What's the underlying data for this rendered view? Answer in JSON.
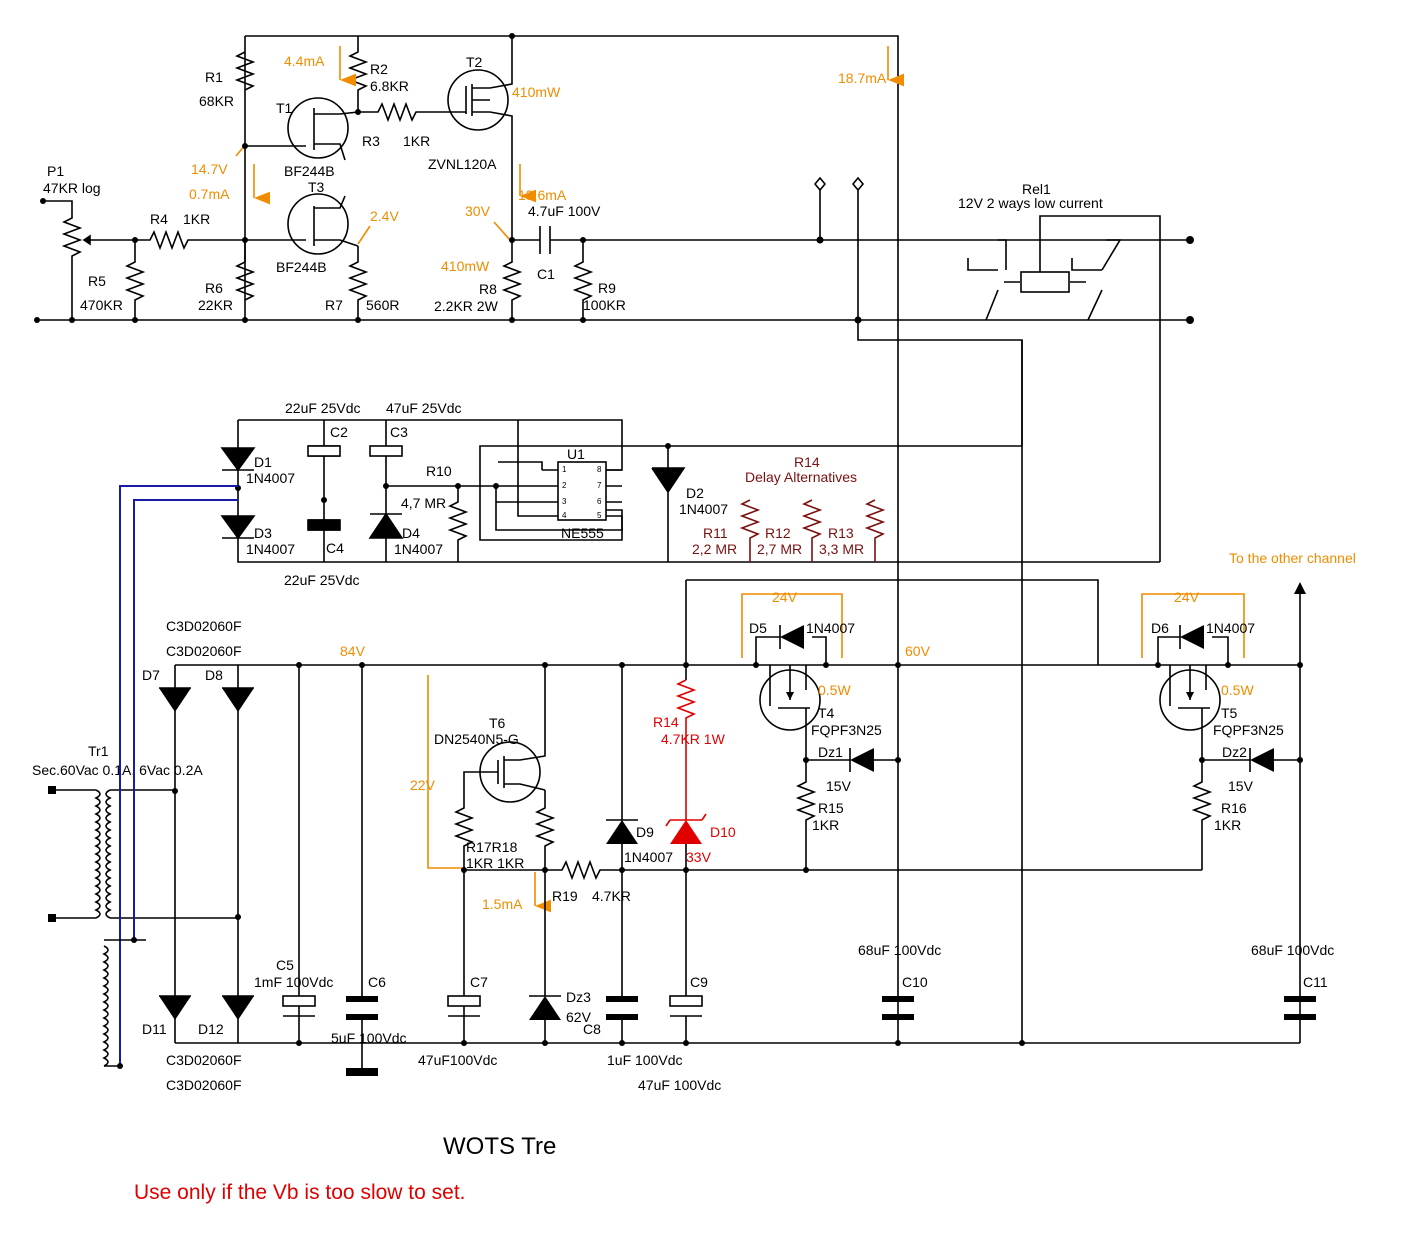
{
  "title": "WOTS Tre",
  "note": "Use only if the Vb is too slow to set.",
  "colors": {
    "wire": "#000000",
    "annotation": "#f08c00",
    "alt": "#7b1010",
    "highlight": "#e00000",
    "trafo_wire": "#1a1aa8"
  },
  "labels": {
    "r1": "R1",
    "r1v": "68KR",
    "r2": "R2",
    "r2v": "6.8KR",
    "r3": "R3",
    "r3v": "1KR",
    "t1": "T1",
    "t1v": "BF244B",
    "t3": "T3",
    "t3v": "BF244B",
    "t2": "T2",
    "t2v": "ZVNL120A",
    "p1": "P1",
    "p1v": "47KR log",
    "r4": "R4",
    "r4v": "1KR",
    "r5": "R5",
    "r5v": "470KR",
    "r6": "R6",
    "r6v": "22KR",
    "r7": "R7",
    "r7v": "560R",
    "r8": "R8",
    "r8v": "2.2KR 2W",
    "c1": "C1",
    "c1v": "4.7uF 100V",
    "r9": "R9",
    "r9v": "100KR",
    "rel1": "Rel1",
    "rel1v": "12V 2 ways low current",
    "c2v": "22uF 25Vdc",
    "c3v": "47uF 25Vdc",
    "c2": "C2",
    "c3": "C3",
    "c4": "C4",
    "c4v": "22uF 25Vdc",
    "d1": "D1",
    "d1v": "1N4007",
    "d3": "D3",
    "d3v": "1N4007",
    "d4": "D4",
    "d4v": "1N4007",
    "r10": "R10",
    "r10v": "4,7 MR",
    "u1": "U1",
    "u1v": "NE555",
    "d2": "D2",
    "d2v": "1N4007",
    "r14alt": "R14",
    "r14alt2": "Delay Alternatives",
    "r11": "R11",
    "r11v": "2,2 MR",
    "r12": "R12",
    "r12v": "2,7 MR",
    "r13": "R13",
    "r13v": "3,3 MR",
    "other": "To the other channel",
    "d7d8v": "C3D02060F",
    "d7d8v2": "C3D02060F",
    "d7": "D7",
    "d8": "D8",
    "tr1": "Tr1",
    "tr1v": "Sec.60Vac 0.1A, 6Vac 0.2A",
    "d11": "D11",
    "d12": "D12",
    "d11v": "C3D02060F",
    "d12v": "C3D02060F",
    "c5": "C5",
    "c5v": "1mF 100Vdc",
    "c6": "C6",
    "c6v": "5uF 100Vdc",
    "t6": "T6",
    "t6v": "DN2540N5-G",
    "r17r18": "R17R18",
    "r17r18v": "1KR  1KR",
    "r19": "R19",
    "r19v": "4.7KR",
    "c7": "C7",
    "c7v": "47uF100Vdc",
    "dz3": "Dz3",
    "dz3v": "62V",
    "c8": "C8",
    "c8v": "1uF 100Vdc",
    "d9": "D9",
    "d9v": "1N4007",
    "r14": "R14",
    "r14v": "4.7KR 1W",
    "d10": "D10",
    "d10v": "33V",
    "c9": "C9",
    "c9v": "47uF 100Vdc",
    "d5": "D5",
    "d5v": "1N4007",
    "t4": "T4",
    "t4v": "FQPF3N25",
    "dz1": "Dz1",
    "dz1v": "15V",
    "r15": "R15",
    "r15v": "1KR",
    "c10": "C10",
    "c10v": "68uF 100Vdc",
    "d6": "D6",
    "d6v": "1N4007",
    "t5": "T5",
    "t5v": "FQPF3N25",
    "dz2": "Dz2",
    "dz2v": "15V",
    "r16": "R16",
    "r16v": "1KR",
    "c11": "C11",
    "c11v": "68uF 100Vdc"
  },
  "annotations": {
    "i_r2": "4.4mA",
    "p_t2": "410mW",
    "i_top": "18.7mA",
    "v_gate": "14.7V",
    "i_t1": "0.7mA",
    "v_t3": "2.4V",
    "i_t2": "13.6mA",
    "v_out": "30V",
    "p_r8": "410mW",
    "v_84": "84V",
    "v_60": "60V",
    "v_24a": "24V",
    "v_24b": "24V",
    "p_t4": "0.5W",
    "p_t5": "0.5W",
    "v_22": "22V",
    "i_15": "1.5mA"
  },
  "pinout": {
    "p1": "1",
    "p2": "2",
    "p3": "3",
    "p4": "4",
    "p5": "5",
    "p6": "6",
    "p7": "7",
    "p8": "8"
  }
}
